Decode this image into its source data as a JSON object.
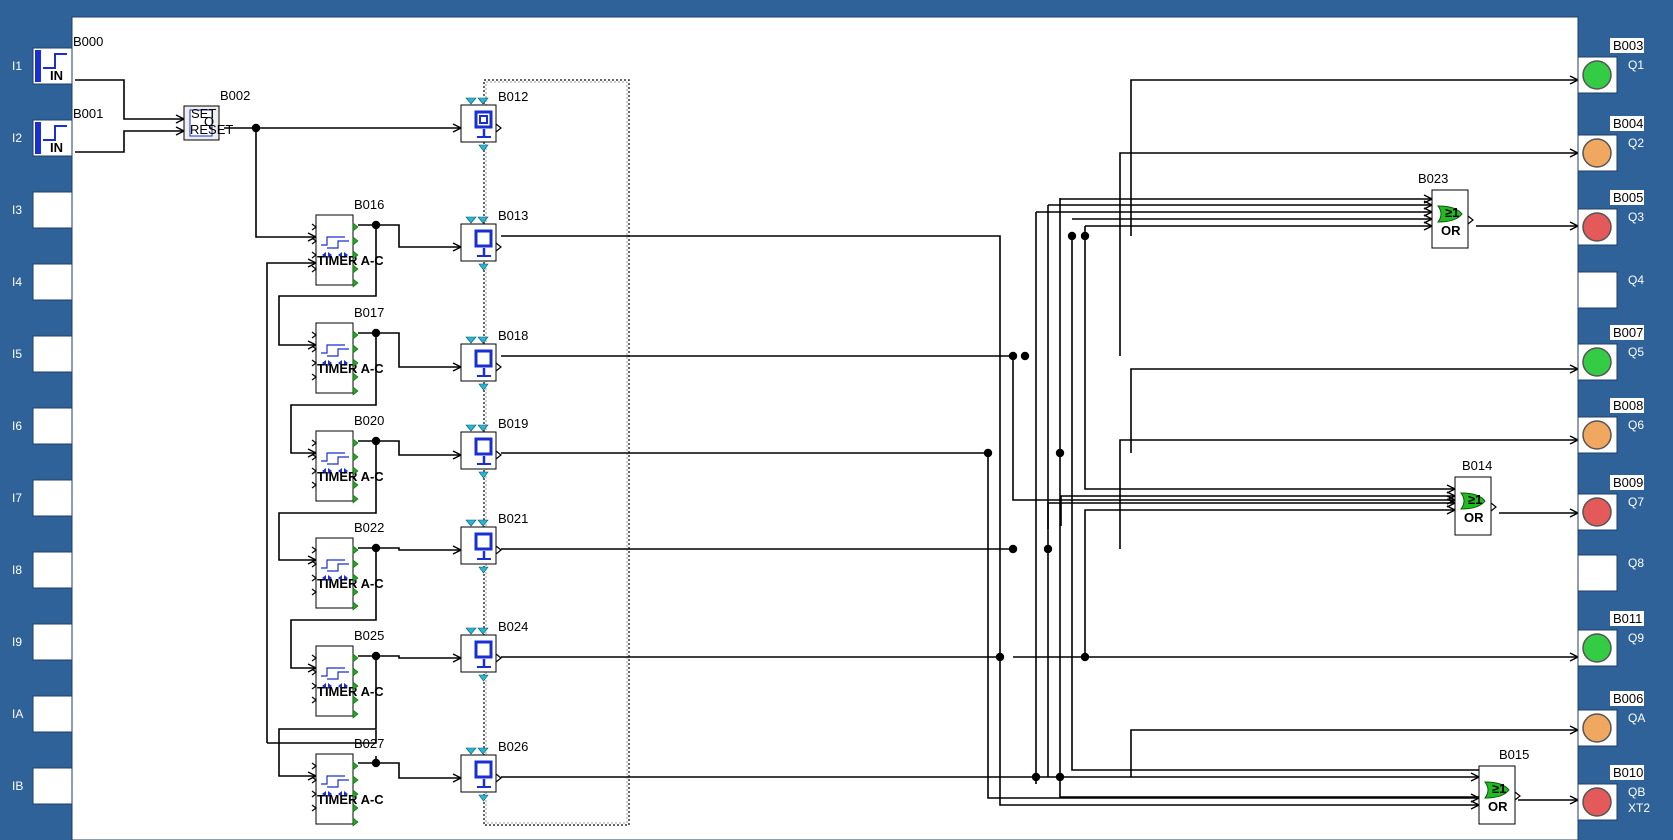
{
  "colors": {
    "frame": "#2f6298",
    "canvas": "#ffffff",
    "lamp_green": "#33cc44",
    "lamp_orange": "#f0a860",
    "lamp_red": "#e45a5a",
    "or_gate_green": "#22bb22",
    "flag_blue": "#1a2fd0",
    "connector_cyan": "#27b7d7",
    "timer_output_green": "#22aa22"
  },
  "inputs": [
    {
      "label": "I1",
      "block": "B000",
      "icon": "rising-edge-input-icon",
      "text": "IN"
    },
    {
      "label": "I2",
      "block": "B001",
      "icon": "rising-edge-input-icon",
      "text": "IN"
    },
    {
      "label": "I3"
    },
    {
      "label": "I4"
    },
    {
      "label": "I5"
    },
    {
      "label": "I6"
    },
    {
      "label": "I7"
    },
    {
      "label": "I8"
    },
    {
      "label": "I9"
    },
    {
      "label": "IA"
    },
    {
      "label": "IB"
    }
  ],
  "outputs": [
    {
      "label": "Q1",
      "block": "B003",
      "lamp": "green"
    },
    {
      "label": "Q2",
      "block": "B004",
      "lamp": "orange"
    },
    {
      "label": "Q3",
      "block": "B005",
      "lamp": "red"
    },
    {
      "label": "Q4",
      "block": "",
      "lamp": "none"
    },
    {
      "label": "Q5",
      "block": "B007",
      "lamp": "green"
    },
    {
      "label": "Q6",
      "block": "B008",
      "lamp": "orange"
    },
    {
      "label": "Q7",
      "block": "B009",
      "lamp": "red"
    },
    {
      "label": "Q8",
      "block": "",
      "lamp": "none"
    },
    {
      "label": "Q9",
      "block": "B011",
      "lamp": "green"
    },
    {
      "label": "QA",
      "block": "B006",
      "lamp": "orange"
    },
    {
      "label": "QB",
      "label2": "XT2",
      "block": "B010",
      "lamp": "red"
    }
  ],
  "setreset": {
    "name": "B002",
    "set_text": "SET",
    "q_text": "Q",
    "reset_text": "RESET"
  },
  "timers": [
    {
      "name": "B016",
      "text": "TIMER A-C"
    },
    {
      "name": "B017",
      "text": "TIMER A-C"
    },
    {
      "name": "B020",
      "text": "TIMER A-C"
    },
    {
      "name": "B022",
      "text": "TIMER A-C"
    },
    {
      "name": "B025",
      "text": "TIMER A-C"
    },
    {
      "name": "B027",
      "text": "TIMER A-C"
    }
  ],
  "flags": [
    "B012",
    "B013",
    "B018",
    "B019",
    "B021",
    "B024",
    "B026"
  ],
  "or_gates": [
    {
      "name": "B023",
      "symbol": "≥1",
      "text": "OR"
    },
    {
      "name": "B014",
      "symbol": "≥1",
      "text": "OR"
    },
    {
      "name": "B015",
      "symbol": "≥1",
      "text": "OR"
    }
  ]
}
